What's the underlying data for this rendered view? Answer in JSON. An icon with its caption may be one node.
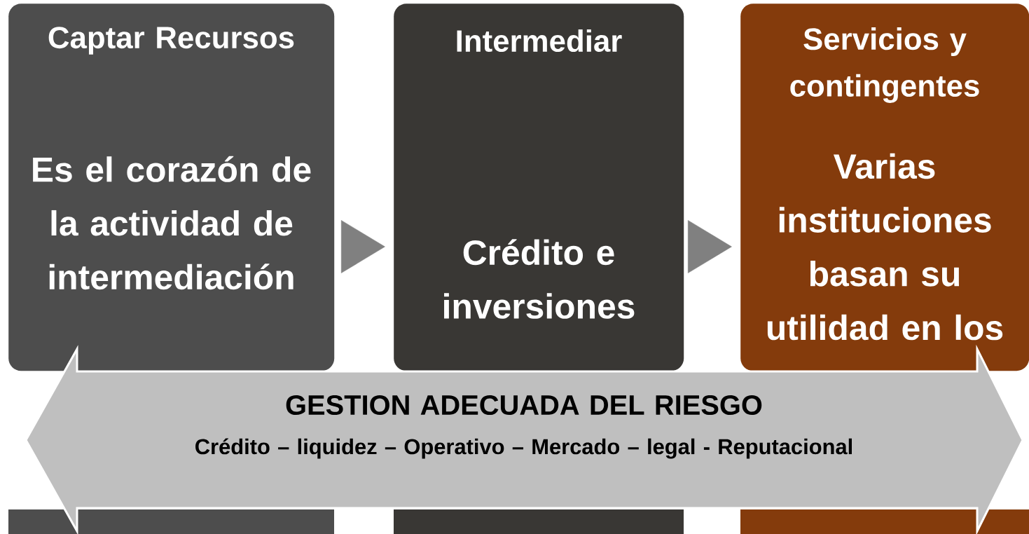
{
  "diagram": {
    "nodes": [
      {
        "text": [
          "Captar Recursos",
          "Es el corazón de la actividad de intermediación"
        ]
      },
      {
        "text": [
          "Intermediar",
          "Crédito e inversiones"
        ]
      },
      {
        "text": [
          "Servicios y contingentes",
          "Varias instituciones basan su utilidad en los"
        ]
      },
      {
        "text": [
          "GESTION ADECUADA DEL RIESGO",
          "Crédito – liquidez – Operativo – Mercado – legal - Reputacional"
        ]
      }
    ],
    "edges": [
      {
        "from": 0,
        "to": 1,
        "arrow": "to"
      },
      {
        "from": 1,
        "to": 2,
        "arrow": "to"
      }
    ]
  }
}
